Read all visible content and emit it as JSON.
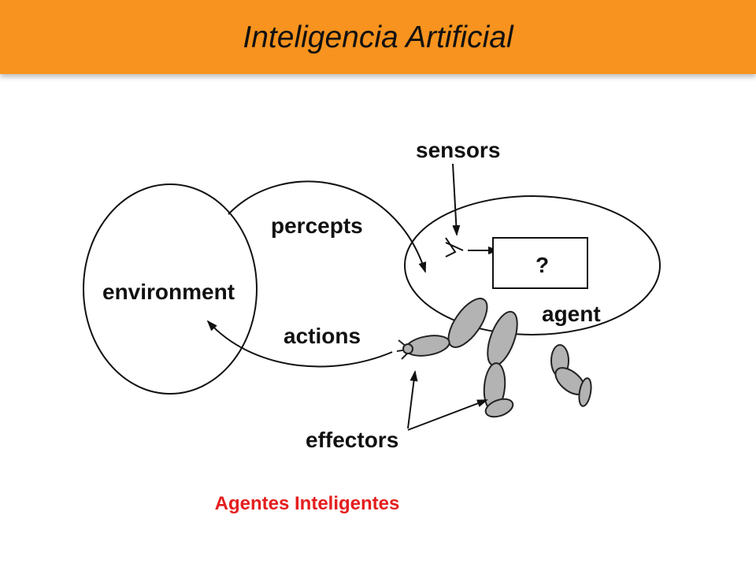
{
  "header": {
    "title": "Inteligencia Artificial",
    "background_color": "#f7931e"
  },
  "diagram": {
    "labels": {
      "sensors": "sensors",
      "percepts": "percepts",
      "environment": "environment",
      "actions": "actions",
      "agent": "agent",
      "unknown_box": "?",
      "effectors": "effectors"
    },
    "limb_color": "#b3b3b3"
  },
  "caption": {
    "text": "Agentes Inteligentes",
    "color": "#e41e1e"
  }
}
